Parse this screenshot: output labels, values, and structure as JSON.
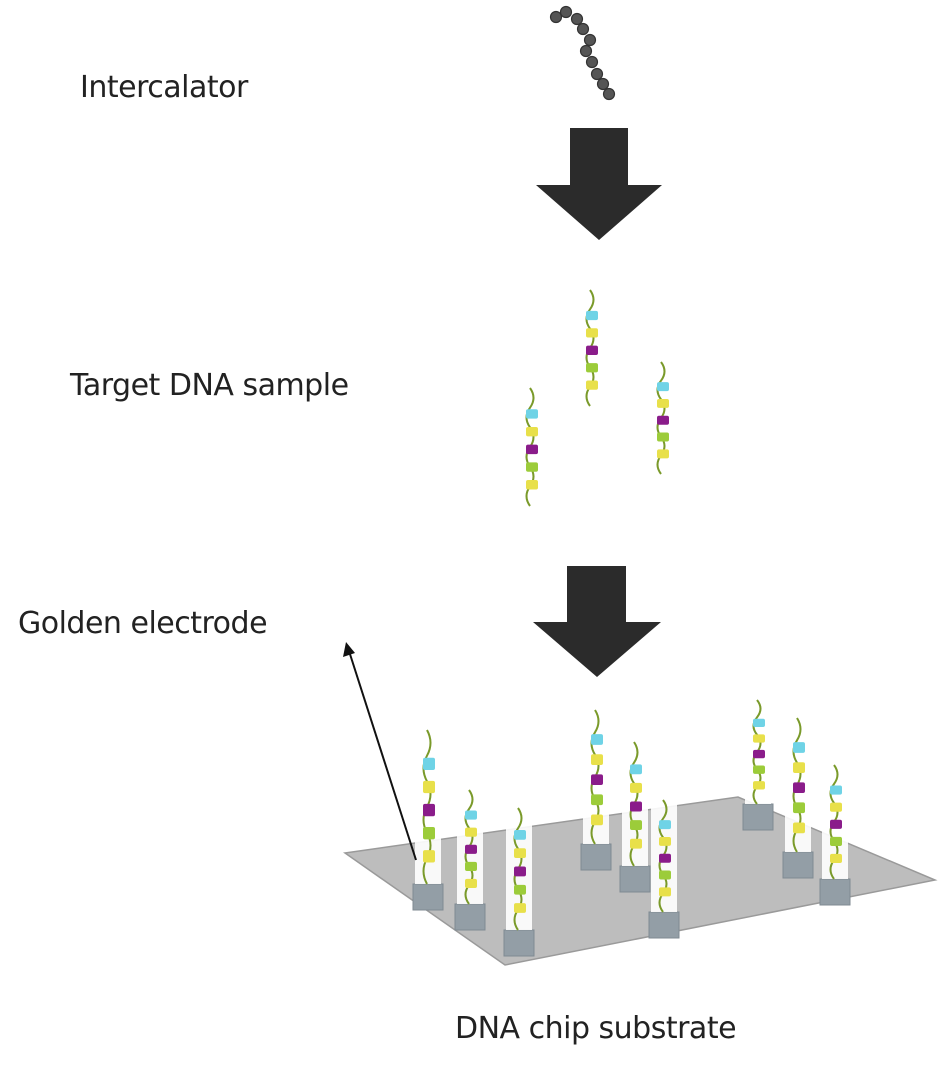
{
  "labels": {
    "intercalator": "Intercalator",
    "target_dna": "Target DNA sample",
    "golden_electrode": "Golden electrode",
    "chip_substrate": "DNA chip substrate"
  },
  "colors": {
    "arrow": "#2b2b2b",
    "substrate": "#bdbdbd",
    "electrode": "#939ea6",
    "strand": "#7a9a2a",
    "base_cyan": "#6fd3e6",
    "base_yellow": "#e8e04a",
    "base_magenta": "#8a1c8a",
    "base_green": "#9ccc3a",
    "intercalator_bead": "#555555"
  },
  "icons": {
    "intercalator": "bead-chain-icon",
    "flow_arrow": "down-arrow-icon",
    "dna": "dna-strand-icon",
    "electrode": "electrode-pad-icon"
  }
}
